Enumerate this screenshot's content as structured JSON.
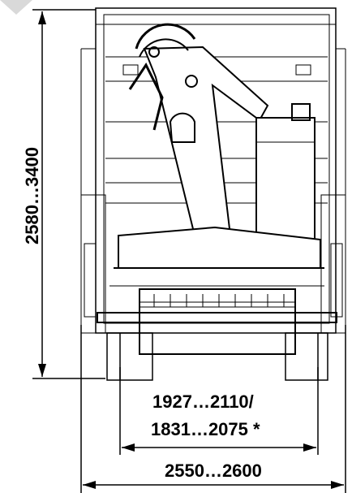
{
  "dimensions": {
    "height": "2580…3400",
    "track_top": "1927…2110/",
    "track_bottom": "1831…2075 *",
    "overall_width": "2550…2600"
  }
}
